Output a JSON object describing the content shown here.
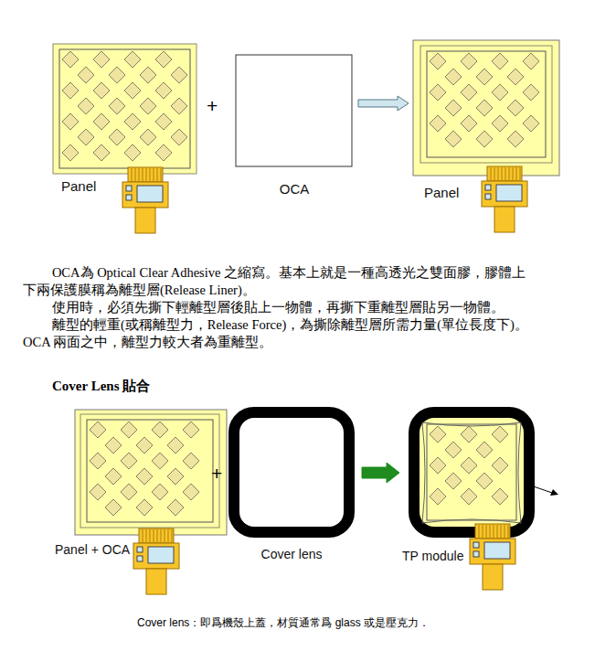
{
  "diagram": {
    "caption": "Cover lens：即爲機殼上蓋，材質通常爲 glass 或是壓克力．",
    "nodes": [
      {
        "text": [
          "Panel"
        ]
      },
      {
        "text": [
          "OCA"
        ]
      },
      {
        "text": [
          "Panel"
        ]
      },
      {
        "text": [
          "Panel + OCA"
        ]
      },
      {
        "text": [
          "Cover lens"
        ]
      },
      {
        "text": [
          "TP module"
        ]
      }
    ],
    "edges": [
      {
        "from": 1,
        "to": 2,
        "arrow": "to"
      },
      {
        "from": 4,
        "to": 5,
        "arrow": "to"
      }
    ],
    "labels": [
      "+",
      "OCA為 Optical Clear Adhesive 之縮寫。基本上就是一種高透光之雙面膠，膠體上下兩保護膜稱為離型層(Release Liner)。",
      "使用時，必須先撕下輕離型層後貼上一物體，再撕下重離型層貼另一物體。",
      "離型的輕重(或稱離型力，Release Force)，為撕除離型層所需力量(單位長度下)。OCA 兩面之中，離型力較大者為重離型。",
      "Cover Lens 貼合",
      "+"
    ]
  }
}
